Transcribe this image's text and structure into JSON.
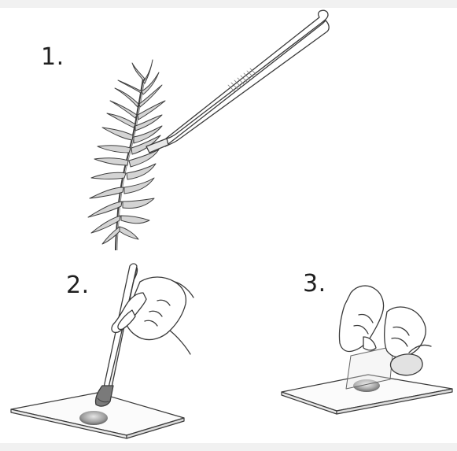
{
  "steps": [
    {
      "label": "1."
    },
    {
      "label": "2."
    },
    {
      "label": "3."
    }
  ],
  "colors": {
    "line": "#3a3a3a",
    "leaf_fill": "#cfcfcf",
    "skin_fill": "#f7f7f7",
    "specimen_dark": "#6b6b6b",
    "specimen_light": "#d8d8d8",
    "slide_fill": "#fafafa"
  },
  "icons": [
    "plant-sprig",
    "forceps",
    "hand",
    "microscope-slide",
    "cover-slip",
    "specimen-drop"
  ]
}
